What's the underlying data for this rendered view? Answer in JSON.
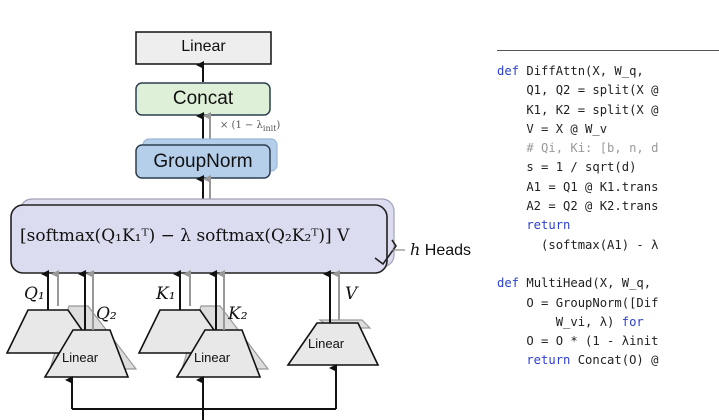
{
  "diagram": {
    "top_linear": {
      "label": "Linear",
      "fill": "#eeeeee"
    },
    "concat": {
      "label": "Concat",
      "fill": "#dff0d8"
    },
    "groupnorm": {
      "label": "GroupNorm",
      "fill": "#b5cfeb"
    },
    "scale_annotation": "× (1 − λ",
    "scale_annotation_sub": "init",
    "scale_annotation_close": ")",
    "attention_formula": "[softmax(Q₁K₁ᵀ) − λ softmax(Q₂K₂ᵀ)] V",
    "attention_fill": "#dcdcf0",
    "heads_var": "h",
    "heads_label": "Heads",
    "projections": [
      {
        "label": "Linear",
        "outputs": [
          "Q₁",
          "Q₂"
        ]
      },
      {
        "label": "Linear",
        "outputs": [
          "K₁",
          "K₂"
        ]
      },
      {
        "label": "Linear",
        "outputs": [
          "V"
        ]
      }
    ],
    "proj_fill": "#e8e8e8"
  },
  "code": {
    "lines": [
      {
        "parts": [
          {
            "t": "def",
            "c": "kw"
          },
          {
            "t": " DiffAttn(X, W_q, ",
            "c": ""
          }
        ]
      },
      {
        "parts": [
          {
            "t": "    Q1, Q2 = split(X @",
            "c": ""
          }
        ]
      },
      {
        "parts": [
          {
            "t": "    K1, K2 = split(X @",
            "c": ""
          }
        ]
      },
      {
        "parts": [
          {
            "t": "    V = X @ W_v",
            "c": ""
          }
        ]
      },
      {
        "parts": [
          {
            "t": "    # Qi, Ki: [b, n, d",
            "c": "cm"
          }
        ]
      },
      {
        "parts": [
          {
            "t": "    s = 1 / sqrt(d)",
            "c": ""
          }
        ]
      },
      {
        "parts": [
          {
            "t": "    A1 = Q1 @ K1.trans",
            "c": ""
          }
        ]
      },
      {
        "parts": [
          {
            "t": "    A2 = Q2 @ K2.trans",
            "c": ""
          }
        ]
      },
      {
        "parts": [
          {
            "t": "    return",
            "c": "kw"
          }
        ]
      },
      {
        "parts": [
          {
            "t": "      (softmax(A1) - λ",
            "c": ""
          }
        ]
      },
      {
        "parts": [
          {
            "t": "",
            "c": ""
          }
        ]
      },
      {
        "parts": [
          {
            "t": "def",
            "c": "kw"
          },
          {
            "t": " MultiHead(X, W_q, ",
            "c": ""
          }
        ]
      },
      {
        "parts": [
          {
            "t": "    O = GroupNorm([Dif",
            "c": ""
          }
        ]
      },
      {
        "parts": [
          {
            "t": "        W_vi, λ) ",
            "c": ""
          },
          {
            "t": "for",
            "c": "kw"
          }
        ]
      },
      {
        "parts": [
          {
            "t": "    O = O * (1 - λinit",
            "c": ""
          }
        ]
      },
      {
        "parts": [
          {
            "t": "    return",
            "c": "kw"
          },
          {
            "t": " Concat(O) @",
            "c": ""
          }
        ]
      }
    ]
  }
}
